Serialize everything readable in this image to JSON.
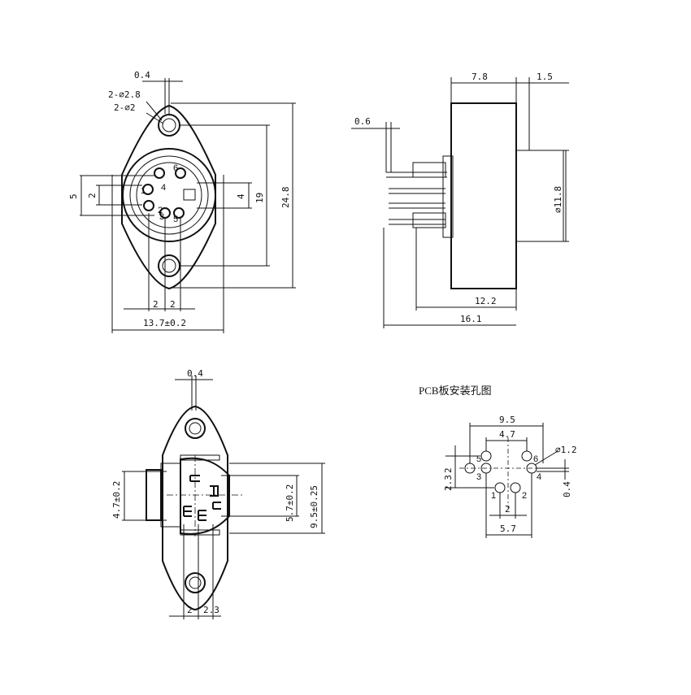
{
  "front_view": {
    "dim_top": "0.4",
    "hole_a": "2-⌀2.8",
    "hole_b": "2-⌀2",
    "dim_left_outer": "5",
    "dim_left_inner": "2",
    "dim_right_small": "4",
    "dim_height_inner": "19",
    "dim_height_total": "24.8",
    "dim_bottom_a": "2",
    "dim_bottom_b": "2",
    "dim_width": "13.7±0.2",
    "pin_labels": [
      "6",
      "4",
      "1",
      "2",
      "3",
      "5"
    ]
  },
  "side_view": {
    "dim_top_a": "7.8",
    "dim_top_b": "1.5",
    "dim_pin_offset": "0.6",
    "dim_diameter": "⌀11.8",
    "dim_body": "12.2",
    "dim_total": "16.1"
  },
  "bottom_view": {
    "dim_top": "0.4",
    "dim_left": "4.7±0.2",
    "dim_right_a": "5.7±0.2",
    "dim_right_b": "9.5±0.25",
    "dim_bottom_a": "2",
    "dim_bottom_b": "2.3"
  },
  "pcb_layout": {
    "title": "PCB板安装孔图",
    "dim_top_outer": "9.5",
    "dim_top_inner": "4.7",
    "dim_hole": "⌀1.2",
    "dim_left_a": "2",
    "dim_left_b": "2.3",
    "dim_right": "0.4",
    "dim_bottom_inner": "2",
    "dim_bottom_outer": "5.7",
    "pin_labels": [
      "5",
      "6",
      "3",
      "4",
      "1",
      "2"
    ]
  }
}
